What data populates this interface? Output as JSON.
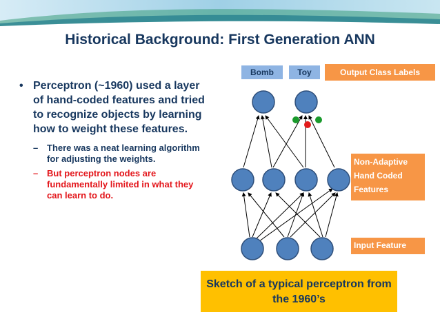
{
  "title": "Historical Background: First Generation ANN",
  "bullets": {
    "main": "Perceptron (~1960) used a layer of hand-coded features and tried to recognize objects by learning how to weight these features.",
    "sub1": "There was a neat learning algorithm for adjusting the weights.",
    "sub2": "But perceptron nodes are fundamentally limited in what they can learn to do."
  },
  "labels": {
    "bomb": "Bomb",
    "toy": "Toy",
    "output": "Output Class Labels",
    "non_adaptive": "Non-Adaptive Hand Coded Features",
    "input": "Input Feature"
  },
  "caption": "Sketch of a typical perceptron from the 1960’s",
  "colors": {
    "title": "#17375e",
    "red_text": "#e3161b",
    "node": "#4f81bd",
    "label_blue": "#8eb4e3",
    "label_orange": "#f79646",
    "caption_bg": "#ffc000",
    "weight_red": "#e31b1b",
    "weight_green": "#1a9a2c"
  }
}
